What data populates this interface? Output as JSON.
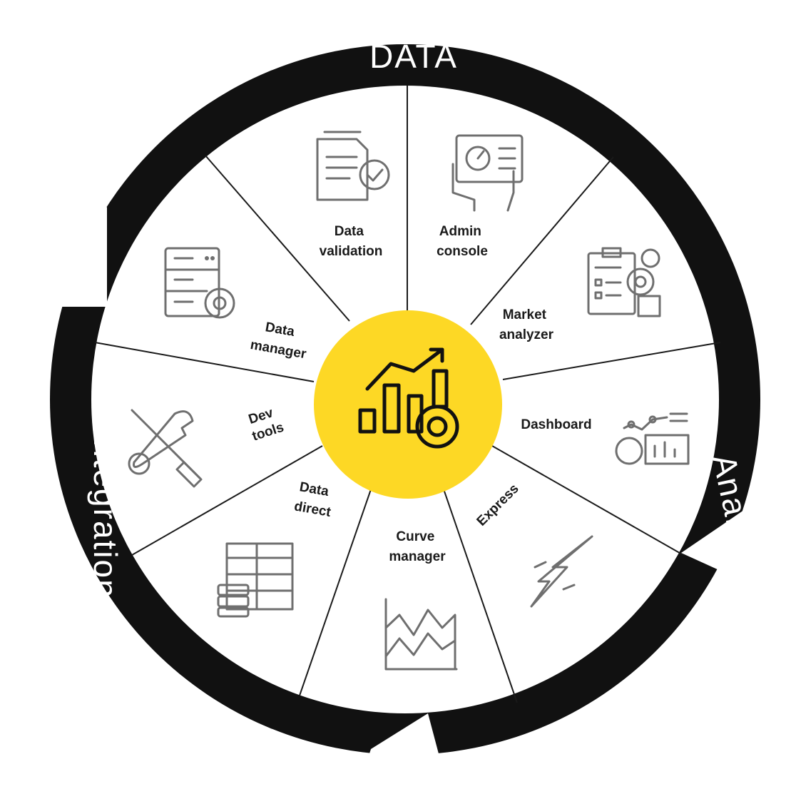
{
  "ring": {
    "top_label": "DATA",
    "right_label": "Analytics",
    "left_label": "Integration",
    "color": "#111111"
  },
  "hub": {
    "icon": "analytics-gear-icon",
    "color": "#fdd825"
  },
  "segments": [
    {
      "label_lines": [
        "Data",
        "validation"
      ],
      "icon": "document-check-icon"
    },
    {
      "label_lines": [
        "Admin",
        "console"
      ],
      "icon": "control-panel-icon"
    },
    {
      "label_lines": [
        "Market",
        "analyzer"
      ],
      "icon": "report-analysis-icon"
    },
    {
      "label_lines": [
        "Dashboard"
      ],
      "icon": "dashboard-charts-icon"
    },
    {
      "label_lines": [
        "Express"
      ],
      "icon": "lightning-icon"
    },
    {
      "label_lines": [
        "Curve",
        "manager"
      ],
      "icon": "area-chart-icon"
    },
    {
      "label_lines": [
        "Data",
        "direct"
      ],
      "icon": "spreadsheet-database-icon"
    },
    {
      "label_lines": [
        "Dev",
        "tools"
      ],
      "icon": "wrench-screwdriver-icon"
    },
    {
      "label_lines": [
        "Data",
        "manager"
      ],
      "icon": "server-settings-icon"
    }
  ]
}
